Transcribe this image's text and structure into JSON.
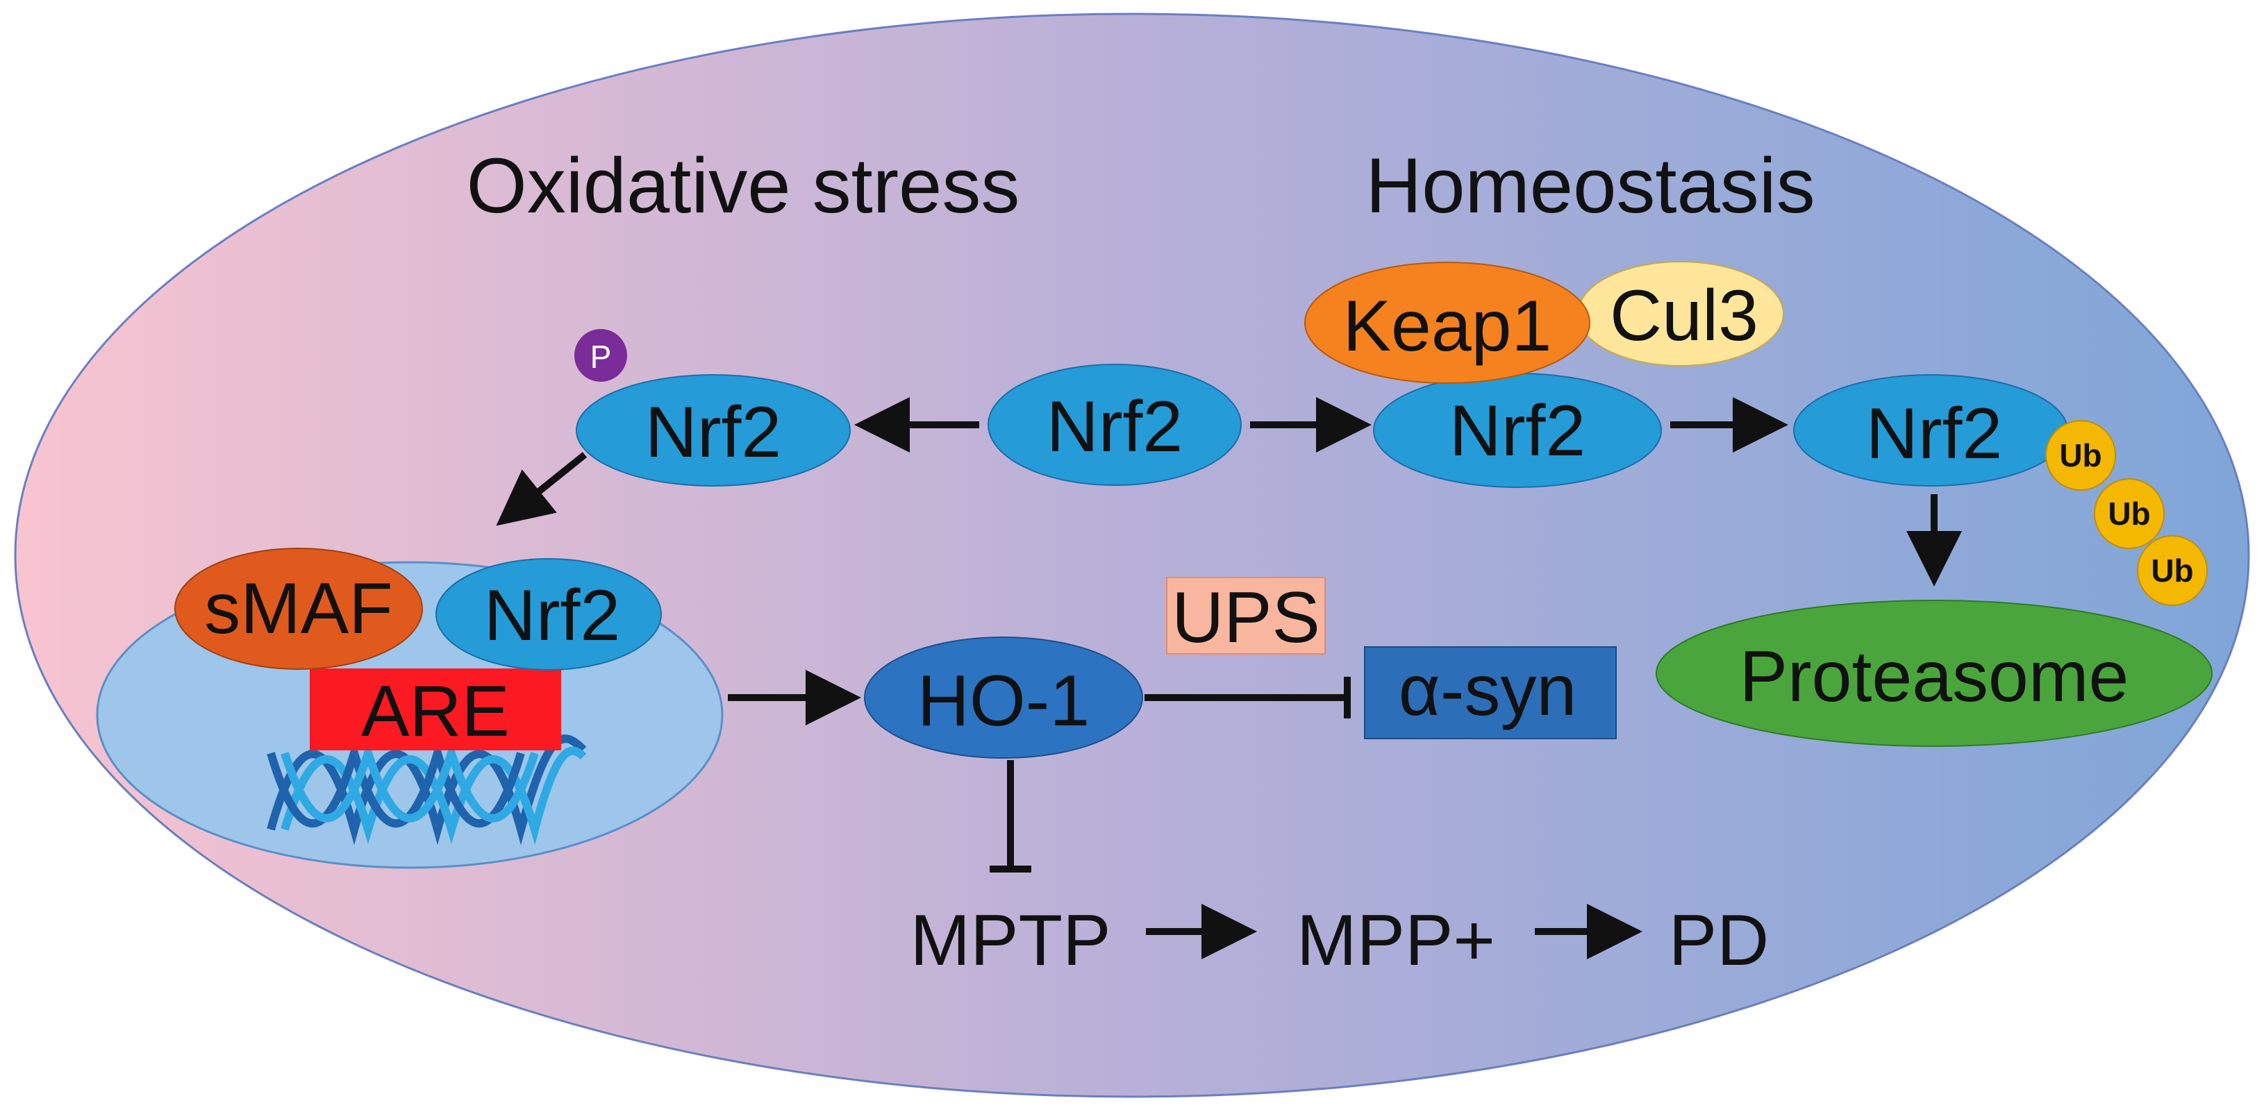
{
  "labels": {
    "oxidative_stress": "Oxidative stress",
    "homeostasis": "Homeostasis",
    "phospho": "P",
    "nrf2_center": "Nrf2",
    "nrf2_phos": "Nrf2",
    "nrf2_keap": "Nrf2",
    "nrf2_ub": "Nrf2",
    "nrf2_nucleus": "Nrf2",
    "keap1": "Keap1",
    "cul3": "Cul3",
    "ub": "Ub",
    "smaf": "sMAF",
    "are": "ARE",
    "ho1": "HO-1",
    "ups": "UPS",
    "asyn": "α-syn",
    "proteasome": "Proteasome",
    "mptp": "MPTP",
    "mpp": "MPP+",
    "pd": "PD"
  },
  "colors": {
    "gradient_left": "#f8c4d0",
    "gradient_mid": "#b8b0d8",
    "gradient_right": "#7fa6d8",
    "nrf2_blue": "#259bd8",
    "ho1_blue": "#2c73c2",
    "keap1_orange": "#f5821f",
    "cul3_yellow": "#ffe69a",
    "smaf_orange": "#e05a1e",
    "are_red": "#fb1a22",
    "ups_peach": "#f9b69e",
    "asyn_blue": "#2d6eb8",
    "proteasome_green": "#4aa63c",
    "ub_gold": "#f5b800",
    "phospho_purple": "#7a2c99",
    "nucleus": "#9dc6ea"
  }
}
